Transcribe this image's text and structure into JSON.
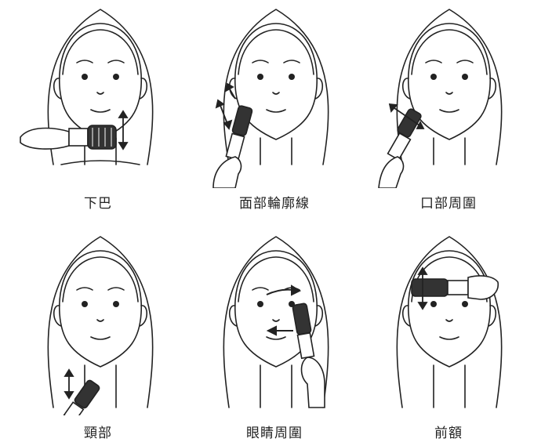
{
  "panels": [
    {
      "caption": "下巴",
      "tool": "chin-roller",
      "arrow": "vertical"
    },
    {
      "caption": "面部輪廓線",
      "tool": "contour-roller",
      "arrow": "diagonal"
    },
    {
      "caption": "口部周圍",
      "tool": "mouth-roller",
      "arrow": "diagonal"
    },
    {
      "caption": "頸部",
      "tool": "neck-roller",
      "arrow": "vertical"
    },
    {
      "caption": "眼睛周圍",
      "tool": "eye-roller",
      "arrow": "horizontal"
    },
    {
      "caption": "前額",
      "tool": "forehead-roller",
      "arrow": "vertical"
    }
  ]
}
